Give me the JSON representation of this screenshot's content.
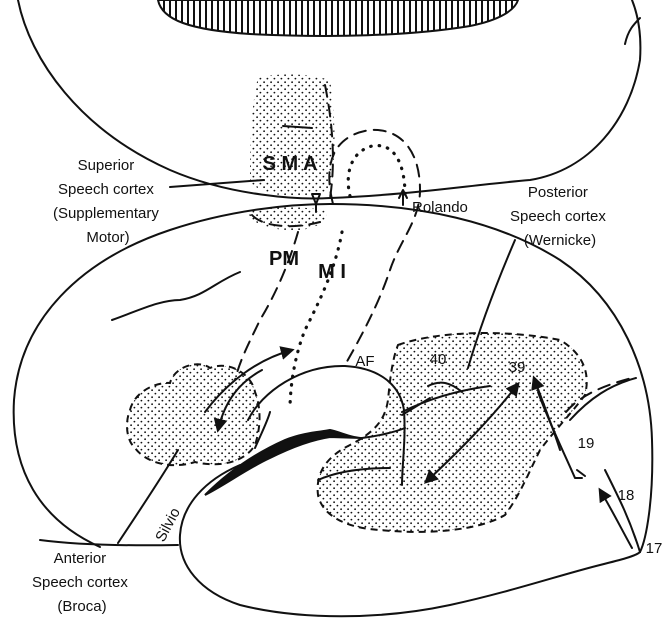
{
  "labels": {
    "sma": "S M A",
    "pm": "PM",
    "mi": "M I",
    "af": "AF",
    "rolando": "Rolando",
    "silvio": "Silvio",
    "area_40": "40",
    "area_39": "39",
    "area_19": "19",
    "area_18": "18",
    "area_17": "17",
    "superior": [
      "Superior",
      "Speech cortex",
      "(Supplementary",
      "Motor)"
    ],
    "posterior": [
      "Posterior",
      "Speech cortex",
      "(Wernicke)"
    ],
    "anterior": [
      "Anterior",
      "Speech cortex",
      "(Broca)"
    ]
  }
}
